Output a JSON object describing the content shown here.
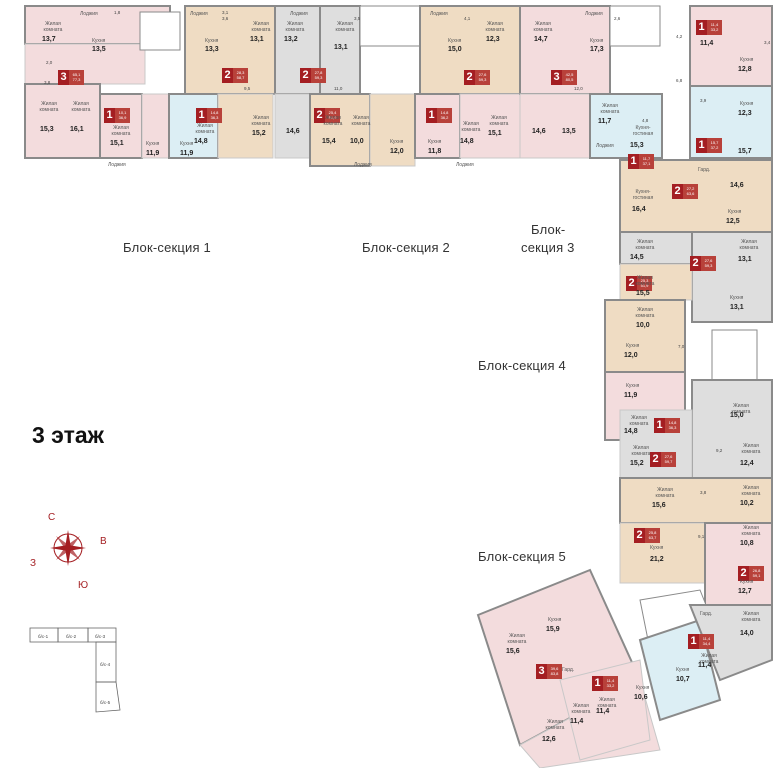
{
  "floor_title": "3 этаж",
  "sections": [
    "Блок-секция 1",
    "Блок-секция 2",
    "Блок-секция 3",
    "Блок-секция 4",
    "Блок-секция 5"
  ],
  "section3_split": [
    "Блок-",
    "секция 3"
  ],
  "compass": {
    "n": "С",
    "e": "В",
    "s": "Ю",
    "w": "З"
  },
  "keymap": [
    "б/с-1",
    "б/с-2",
    "б/с-3",
    "б/с-4",
    "б/с-5"
  ],
  "colors": {
    "wall": "#8a8a8a",
    "line": "#c8c8c8",
    "pink": "#f3dcdd",
    "peach": "#f6e3cf",
    "tan": "#efdcc3",
    "gray": "#dedede",
    "blue": "#dceef4",
    "white": "#ffffff",
    "badge": "#a41e22"
  },
  "labels": {
    "kitchen": "Кухня",
    "living": "Жилая комната",
    "kitchen_living": "Кухня-гостиная",
    "loggia": "Лоджия",
    "wardrobe": "Гард."
  },
  "apartments": [
    {
      "rooms": "3",
      "area": "65,1",
      "total": "77,3"
    },
    {
      "rooms": "1",
      "area": "10,1",
      "total": "36,9"
    },
    {
      "rooms": "1",
      "area": "14,8",
      "total": "36,3"
    },
    {
      "rooms": "2",
      "area": "28,3",
      "total": "58,7"
    },
    {
      "rooms": "2",
      "area": "27,8",
      "total": "59,3"
    },
    {
      "rooms": "2",
      "area": "25,4",
      "total": "51,9"
    },
    {
      "rooms": "1",
      "area": "14,8",
      "total": "36,2"
    },
    {
      "rooms": "2",
      "area": "27,6",
      "total": "59,3"
    },
    {
      "rooms": "3",
      "area": "42,5",
      "total": "80,5"
    },
    {
      "rooms": "1",
      "area": "11,4",
      "total": "33,2"
    },
    {
      "rooms": "1",
      "area": "15,7",
      "total": "37,2"
    },
    {
      "rooms": "1",
      "area": "11,7",
      "total": "37,1"
    },
    {
      "rooms": "2",
      "area": "27,2",
      "total": "63,6"
    },
    {
      "rooms": "2",
      "area": "27,6",
      "total": "59,3"
    },
    {
      "rooms": "2",
      "area": "25,3",
      "total": "51,9"
    },
    {
      "rooms": "1",
      "area": "14,8",
      "total": "36,3"
    },
    {
      "rooms": "2",
      "area": "27,6",
      "total": "59,7"
    },
    {
      "rooms": "2",
      "area": "25,8",
      "total": "63,7"
    },
    {
      "rooms": "2",
      "area": "26,8",
      "total": "59,1"
    },
    {
      "rooms": "1",
      "area": "11,4",
      "total": "34,4"
    },
    {
      "rooms": "3",
      "area": "39,6",
      "total": "83,8"
    },
    {
      "rooms": "1",
      "area": "11,4",
      "total": "33,2"
    }
  ],
  "room_areas": {
    "s1": [
      "13,7",
      "13,5",
      "3,8",
      "15,3",
      "16,1",
      "15,1",
      "11,9",
      "11,9",
      "14,8",
      "13,3",
      "13,1",
      "15,2",
      "13,2",
      "14,6",
      "13,1"
    ],
    "s2": [
      "15,0",
      "12,3",
      "13,1",
      "15,4",
      "10,0",
      "12,0",
      "11,8",
      "14,8",
      "15,1",
      "14,7",
      "17,3",
      "14,6",
      "13,5"
    ],
    "s3": [
      "11,4",
      "12,8",
      "12,3",
      "15,7",
      "11,7",
      "15,3",
      "16,4",
      "14,6",
      "12,5"
    ],
    "s4": [
      "14,5",
      "13,1",
      "15,5",
      "13,1",
      "10,0",
      "12,0",
      "11,9",
      "15,0",
      "14,8",
      "15,2",
      "12,4"
    ],
    "s5": [
      "15,6",
      "10,2",
      "10,8",
      "21,2",
      "12,7",
      "14,0",
      "15,9",
      "15,6",
      "10,7",
      "11,4",
      "10,6",
      "11,4",
      "11,4",
      "12,6"
    ]
  },
  "small_areas": [
    "1,8",
    "3,1",
    "3,6",
    "3,5",
    "4,1",
    "2,6",
    "4,8",
    "3,4",
    "3,9",
    "4,2",
    "6,8",
    "9,5",
    "11,0",
    "12,0",
    "9,2",
    "9,1",
    "7,0",
    "3,8",
    "2,0"
  ]
}
